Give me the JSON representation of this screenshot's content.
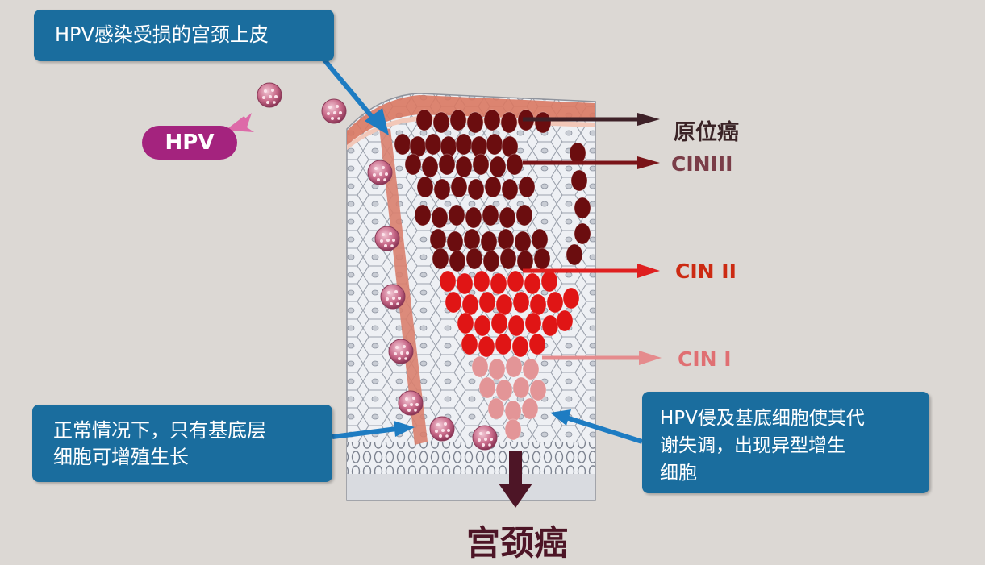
{
  "callouts": {
    "infected_epithelium": "HPV感染受损的宫颈上皮",
    "normal_basal": "正常情况下，只有基底层\n细胞可增殖生长",
    "hpv_invasion": "HPV侵及基底细胞使其代\n谢失调，出现异型增生\n细胞"
  },
  "hpv_tag": "HPV",
  "stage_labels": {
    "in_situ": "原位癌",
    "cin3": "CINIII",
    "cin2": "CIN II",
    "cin1": "CIN I"
  },
  "result_label": "宫颈癌",
  "colors": {
    "callout_bg": "#1a6d9e",
    "hpv_tag_bg": "#a4237e",
    "cells_cin3": "#6b0d0f",
    "cells_cin2": "#e01515",
    "cells_cin1": "#e39597",
    "epithelium_top": "#d97862",
    "virus": "#c46b86"
  },
  "icons": [
    "virus-particle-icon",
    "pointer-arrow-icon",
    "down-arrow-icon"
  ]
}
